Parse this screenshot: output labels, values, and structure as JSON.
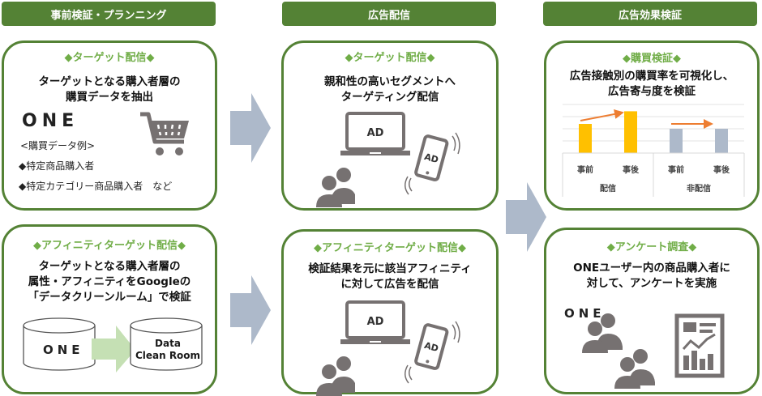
{
  "columns": [
    {
      "header": "事前検証・プランニング",
      "cards": [
        {
          "title": "◆ターゲット配信◆",
          "desc_lines": [
            "ターゲットとなる購入者層の",
            "購買データを抽出"
          ],
          "logo": "ONE",
          "example_label": "<購買データ例>",
          "examples": [
            "◆特定商品購入者",
            "◆特定カテゴリー商品購入者　など"
          ],
          "icon": "shopping-cart-icon"
        },
        {
          "title": "◆アフィニティターゲット配信◆",
          "desc_lines": [
            "ターゲットとなる購入者層の",
            "属性・アフィニティをGoogleの",
            "「データクリーンルーム」で検証"
          ],
          "db_left": "ONE",
          "db_right_lines": [
            "Data",
            "Clean Room"
          ]
        }
      ]
    },
    {
      "header": "広告配信",
      "cards": [
        {
          "title": "◆ターゲット配信◆",
          "desc_lines": [
            "親和性の高いセグメントへ",
            "ターゲティング配信"
          ],
          "laptop_label": "AD",
          "phone_label": "AD"
        },
        {
          "title": "◆アフィニティターゲット配信◆",
          "desc_lines": [
            "検証結果を元に該当アフィニティ",
            "に対して広告を配信"
          ],
          "laptop_label": "AD",
          "phone_label": "AD"
        }
      ]
    },
    {
      "header": "広告効果検証",
      "cards": [
        {
          "title": "◆購買検証◆",
          "desc_lines": [
            "広告接触別の購買率を可視化し、",
            "広告寄与度を検証"
          ]
        },
        {
          "title": "◆アンケート調査◆",
          "desc_lines": [
            "ONEユーザー内の商品購入者に",
            "対して、アンケートを実施"
          ],
          "logo": "ONE",
          "icon": "report-chart-icon"
        }
      ]
    }
  ],
  "colors": {
    "header_bg": "#548235",
    "card_border": "#548235",
    "card_title": "#70ad47",
    "arrow": "#adb9ca",
    "icon_gray": "#767171",
    "bar_delivered": "#ffc000",
    "bar_not_delivered": "#adb9ca",
    "trend_arrow": "#ed7d31",
    "db_arrow": "#c5e0b4"
  },
  "chart_data": {
    "type": "bar",
    "title": "",
    "groups": [
      "配信",
      "非配信"
    ],
    "categories": [
      "事前",
      "事後",
      "事前",
      "事後"
    ],
    "series": [
      {
        "name": "配信",
        "values": [
          3,
          4.3,
          null,
          null
        ]
      },
      {
        "name": "非配信",
        "values": [
          null,
          null,
          2.5,
          2.5
        ]
      }
    ],
    "trends": [
      {
        "group": "配信",
        "direction": "up"
      },
      {
        "group": "非配信",
        "direction": "flat"
      }
    ],
    "ylim": [
      0,
      5
    ],
    "grid": true,
    "xlabel": "",
    "ylabel": ""
  }
}
